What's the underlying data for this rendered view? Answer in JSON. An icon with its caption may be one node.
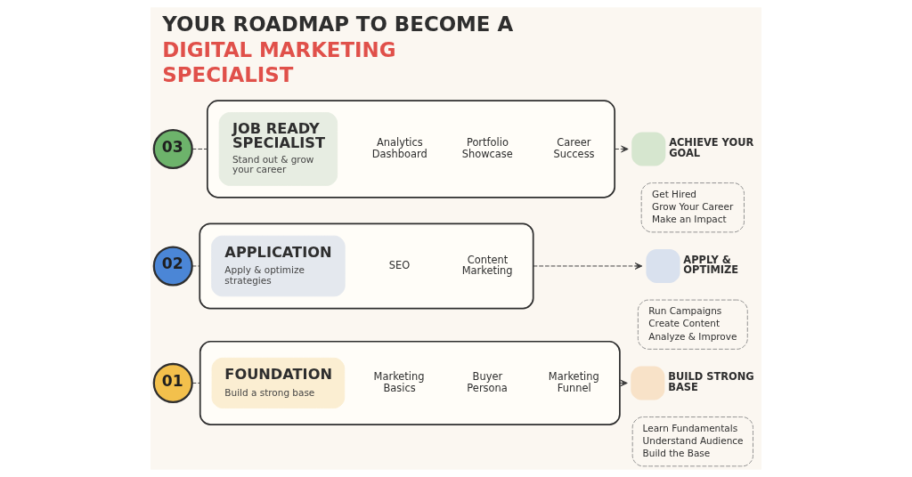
{
  "diagram": {
    "title": "YOUR ROADMAP TO BECOME A DIGITAL MARKETING SPECIALIST",
    "nodes": [
      {
        "text": [
          "03"
        ]
      },
      {
        "text": [],
        "shape": "box"
      },
      {
        "text": [
          "JOB READY SPECIALIST",
          "Stand out & grow your career"
        ],
        "in": 1
      },
      {
        "text": [
          "Analytics Dashboard"
        ],
        "in": 1
      },
      {
        "text": [
          "Portfolio Showcase"
        ],
        "in": 1
      },
      {
        "text": [
          "Career Success"
        ],
        "in": 1
      },
      {
        "text": [
          "ACHIEVE YOUR GOAL"
        ]
      },
      {
        "text": [
          "Get Hired",
          "Grow Your Career",
          "Make an Impact"
        ]
      },
      {
        "text": [
          "02"
        ]
      },
      {
        "text": [],
        "shape": "box"
      },
      {
        "text": [
          "APPLICATION",
          "Apply & optimize strategies"
        ],
        "in": 9
      },
      {
        "text": [
          "SEO"
        ],
        "in": 9
      },
      {
        "text": [
          "Content Marketing"
        ],
        "in": 9
      },
      {
        "text": [
          "APPLY & OPTIMIZE"
        ]
      },
      {
        "text": [
          "Run Campaigns",
          "Create Content",
          "Analyze & Improve"
        ]
      },
      {
        "text": [
          "01"
        ]
      },
      {
        "text": [],
        "shape": "box"
      },
      {
        "text": [
          "FOUNDATION",
          "Build a strong base"
        ],
        "in": 16
      },
      {
        "text": [
          "Marketing Basics"
        ],
        "in": 16
      },
      {
        "text": [
          "Buyer Persona"
        ],
        "in": 16
      },
      {
        "text": [
          "Marketing Funnel"
        ],
        "in": 16
      },
      {
        "text": [
          "BUILD STRONG BASE"
        ]
      },
      {
        "text": [
          "Learn Fundamentals",
          "Understand Audience",
          "Build the Base"
        ]
      }
    ],
    "edges": [
      {
        "from": 0,
        "to": 1,
        "arrow": "none",
        "style": "dashed"
      },
      {
        "from": 1,
        "to": 6,
        "arrow": "to",
        "style": "dashed"
      },
      {
        "from": 8,
        "to": 9,
        "arrow": "none",
        "style": "dashed"
      },
      {
        "from": 9,
        "to": 13,
        "arrow": "to",
        "style": "dashed"
      },
      {
        "from": 15,
        "to": 16,
        "arrow": "none",
        "style": "dashed"
      },
      {
        "from": 16,
        "to": 21,
        "arrow": "to",
        "style": "dashed"
      }
    ]
  }
}
